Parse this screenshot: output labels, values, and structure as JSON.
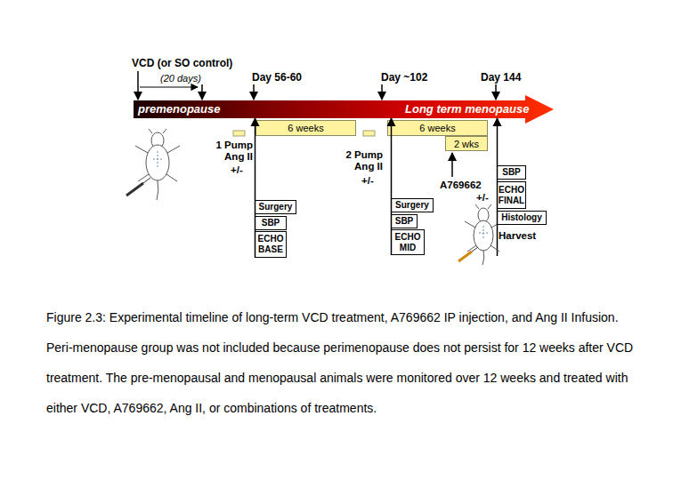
{
  "diagram": {
    "caption": "Figure 2.3: Experimental timeline of long-term VCD treatment, A769662 IP injection, and Ang II Infusion. Peri-menopause group was not included because perimenopause does not persist for 12 weeks after VCD treatment. The pre-menopausal and menopausal animals were monitored over 12 weeks and treated with either VCD, A769662, Ang II, or combinations of treatments.",
    "nodes": [
      {
        "text": [
          "premenopause",
          "Long term menopause"
        ]
      },
      {
        "text": [
          "6 weeks"
        ]
      },
      {
        "text": [
          "6 weeks"
        ]
      },
      {
        "text": [
          "2 wks"
        ]
      },
      {
        "text": [
          "Surgery"
        ]
      },
      {
        "text": [
          "SBP"
        ]
      },
      {
        "text": [
          "ECHO BASE"
        ]
      },
      {
        "text": [
          "Surgery"
        ]
      },
      {
        "text": [
          "SBP"
        ]
      },
      {
        "text": [
          "ECHO MID"
        ]
      },
      {
        "text": [
          "SBP"
        ]
      },
      {
        "text": [
          "ECHO FINAL"
        ]
      },
      {
        "text": [
          "Histology"
        ]
      }
    ],
    "edges": [
      {
        "from": 6,
        "to": 0,
        "arrow": "to"
      },
      {
        "from": 9,
        "to": 0,
        "arrow": "to"
      },
      {
        "from": 12,
        "to": 0,
        "arrow": "to"
      }
    ],
    "labels": [
      "VCD (or SO control)",
      "(20 days)",
      "Day 56-60",
      "Day ~102",
      "Day 144",
      "1 Pump Ang II",
      "+/-",
      "2 Pump Ang II",
      "+/-",
      "A769662",
      "+/-",
      "Harvest"
    ]
  }
}
